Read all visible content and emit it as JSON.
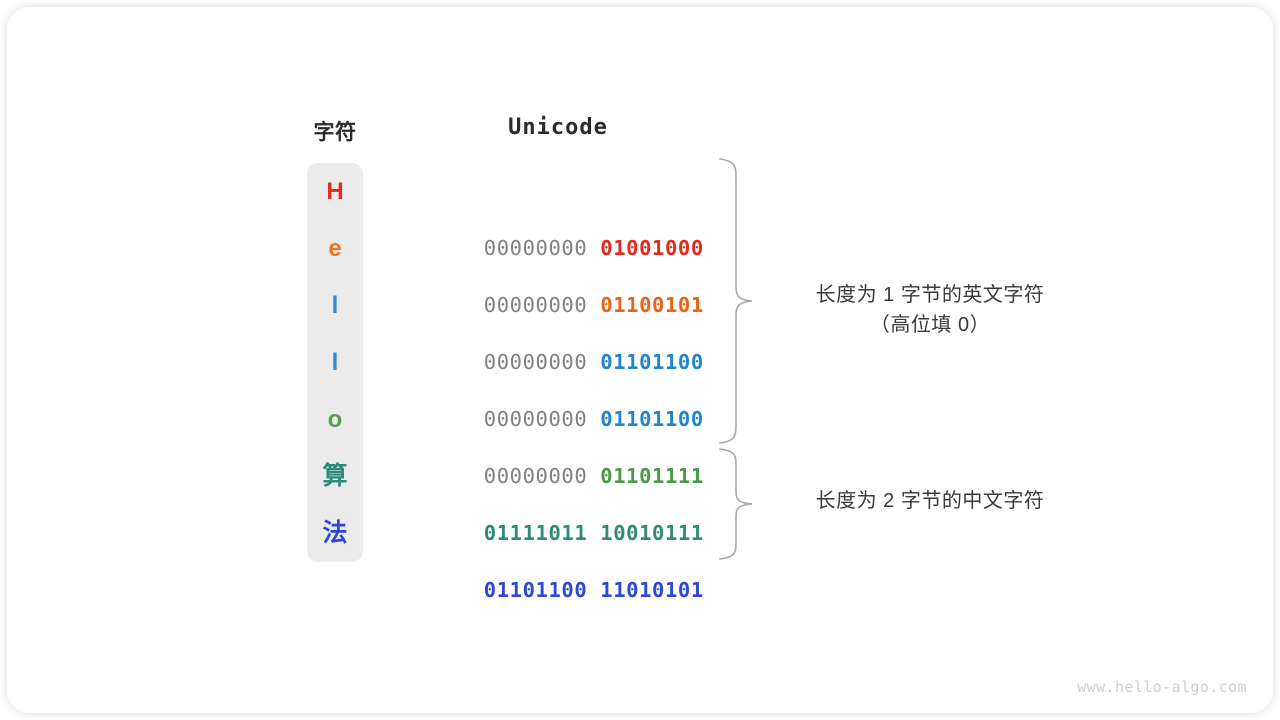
{
  "figure": {
    "headers": {
      "character": "字符",
      "encoding": "Unicode"
    },
    "rows": [
      {
        "char": "H",
        "char_color": "#e02b20",
        "high_byte": "00000000",
        "low_byte": "01001000",
        "high_is_padding": true,
        "code_color": "#e02b20",
        "group": "ascii"
      },
      {
        "char": "e",
        "char_color": "#ef7518",
        "high_byte": "00000000",
        "low_byte": "01100101",
        "high_is_padding": true,
        "code_color": "#ef6114",
        "group": "ascii"
      },
      {
        "char": "l",
        "char_color": "#2e8ad4",
        "high_byte": "00000000",
        "low_byte": "01101100",
        "high_is_padding": true,
        "code_color": "#2186cd",
        "group": "ascii"
      },
      {
        "char": "l",
        "char_color": "#2e8ad4",
        "high_byte": "00000000",
        "low_byte": "01101100",
        "high_is_padding": true,
        "code_color": "#2186cd",
        "group": "ascii"
      },
      {
        "char": "o",
        "char_color": "#52a052",
        "high_byte": "00000000",
        "low_byte": "01101111",
        "high_is_padding": true,
        "code_color": "#4a9a4a",
        "group": "ascii"
      },
      {
        "char": "算",
        "char_color": "#2e8b7a",
        "high_byte": "01111011",
        "low_byte": "10010111",
        "high_is_padding": false,
        "code_color": "#2e8b7a",
        "group": "cjk"
      },
      {
        "char": "法",
        "char_color": "#2e47d8",
        "high_byte": "01101100",
        "low_byte": "11010101",
        "high_is_padding": false,
        "code_color": "#2e47d8",
        "group": "cjk"
      }
    ],
    "annotations": [
      {
        "line1": "长度为 1 字节的英文字符",
        "line2": "（高位填 0）"
      },
      {
        "line1": "长度为 2 字节的中文字符",
        "line2": ""
      }
    ],
    "padding_color": "#808080",
    "column_background": "#ebebeb",
    "brace_color": "#a8a8a8",
    "watermark": "www.hello-algo.com"
  }
}
